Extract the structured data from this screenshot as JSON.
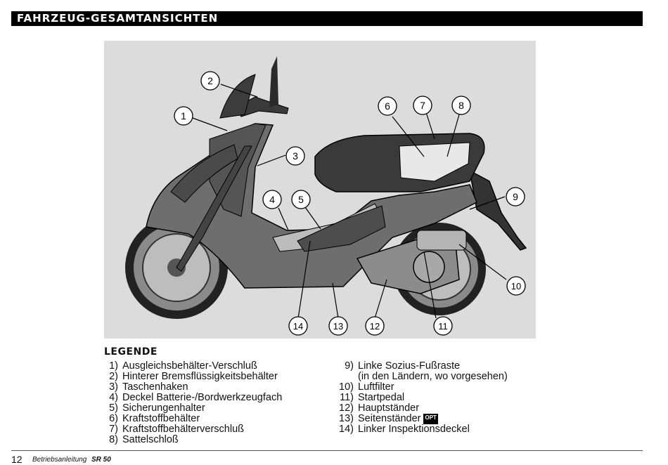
{
  "header": {
    "title": "FAHRZEUG-GESAMTANSICHTEN"
  },
  "figure": {
    "callouts": [
      "1",
      "2",
      "3",
      "4",
      "5",
      "6",
      "7",
      "8",
      "9",
      "10",
      "11",
      "12",
      "13",
      "14"
    ]
  },
  "legend": {
    "title": "LEGENDE",
    "left": [
      {
        "num": "1)",
        "text": "Ausgleichsbehälter-Verschluß"
      },
      {
        "num": "2)",
        "text": "Hinterer Bremsflüssigkeitsbehälter"
      },
      {
        "num": "3)",
        "text": "Taschenhaken"
      },
      {
        "num": "4)",
        "text": "Deckel Batterie-/Bordwerkzeugfach"
      },
      {
        "num": "5)",
        "text": "Sicherungenhalter"
      },
      {
        "num": "6)",
        "text": "Kraftstoffbehälter"
      },
      {
        "num": "7)",
        "text": "Kraftstoffbehälterverschluß"
      },
      {
        "num": "8)",
        "text": "Sattelschloß"
      }
    ],
    "right": [
      {
        "num": "9)",
        "text": "Linke Sozius-Fußraste",
        "cont": "(in den Ländern, wo vorgesehen)"
      },
      {
        "num": "10)",
        "text": "Luftfilter"
      },
      {
        "num": "11)",
        "text": "Startpedal"
      },
      {
        "num": "12)",
        "text": "Hauptständer"
      },
      {
        "num": "13)",
        "text": "Seitenständer",
        "badge": "OPT"
      },
      {
        "num": "14)",
        "text": "Linker Inspektionsdeckel"
      }
    ]
  },
  "footer": {
    "page": "12",
    "text": "Betriebsanleitung",
    "model": "SR 50"
  }
}
